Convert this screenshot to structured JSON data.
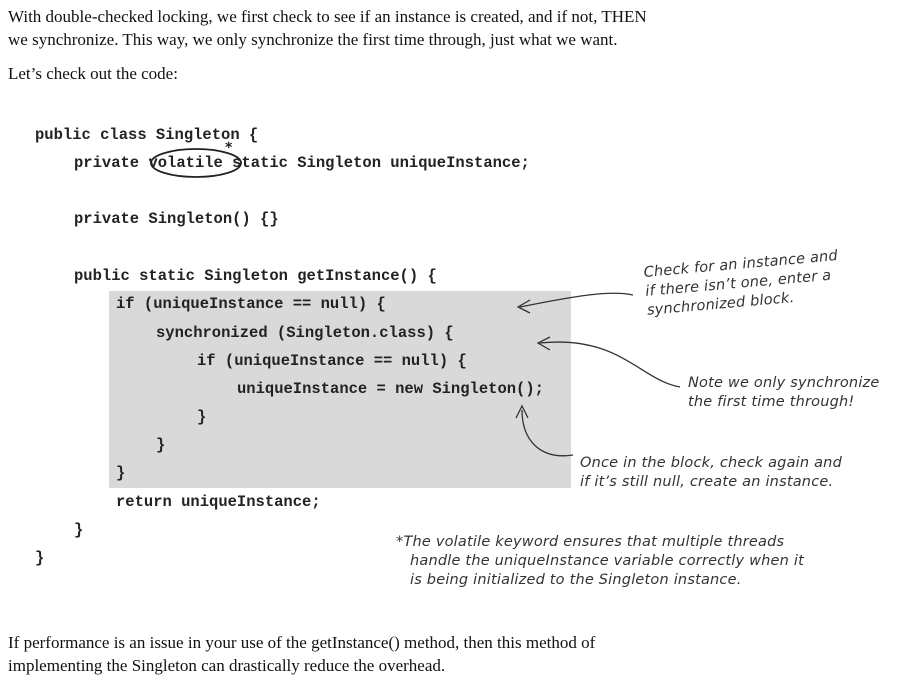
{
  "intro": {
    "line1": "With double-checked locking, we first check to see if an instance is created, and if not, THEN",
    "line2": "we synchronize. This way, we only synchronize the first time through, just what we want.",
    "line3": "Let’s check out the code:"
  },
  "code": {
    "line1": "public class Singleton {",
    "line2_a": "private",
    "line2_b": "volatile",
    "line2_c": "static Singleton uniqueInstance;",
    "line3": "private Singleton() {}",
    "line4": "public static Singleton getInstance() {",
    "line5": "if (uniqueInstance == null) {",
    "line6": "synchronized (Singleton.class) {",
    "line7": "if (uniqueInstance == null) {",
    "line8": "uniqueInstance = new Singleton();",
    "line9": "}",
    "line10": "}",
    "line11": "}",
    "line12": "return uniqueInstance;",
    "line13": "}",
    "line14": "}"
  },
  "annotations": {
    "check_1": "Check for an instance and",
    "check_2": "if there isn’t one, enter a",
    "check_3": "synchronized block.",
    "note_1": "Note we only synchronize",
    "note_2": "the first time through!",
    "once_1": "Once in the block, check again and",
    "once_2": "if it’s still null, create an instance.",
    "volatile_star": "*",
    "volatile_1": "The volatile keyword ensures that multiple threads",
    "volatile_2": "handle the uniqueInstance variable correctly when it",
    "volatile_3": "is being initialized to the Singleton instance."
  },
  "outro": {
    "line1": "If performance is an issue in your use of the getInstance() method, then this method of",
    "line2": "implementing the Singleton can drastically reduce the overhead."
  },
  "colors": {
    "shade": "#d9d9d9",
    "text": "#111111"
  }
}
